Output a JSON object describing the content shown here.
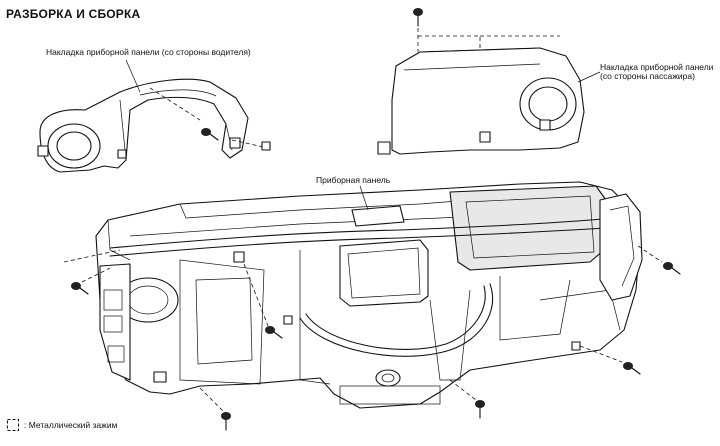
{
  "title": "РАЗБОРКА И СБОРКА",
  "labels": {
    "driver_trim": "Накладка приборной панели (со стороны водителя)",
    "passenger_trim_line1": "Накладка приборной панели",
    "passenger_trim_line2": "(со стороны пассажира)",
    "instrument_panel": "Приборная панель"
  },
  "legend": {
    "symbol": "metal-clip-icon",
    "text": ": Металлический зажим"
  }
}
